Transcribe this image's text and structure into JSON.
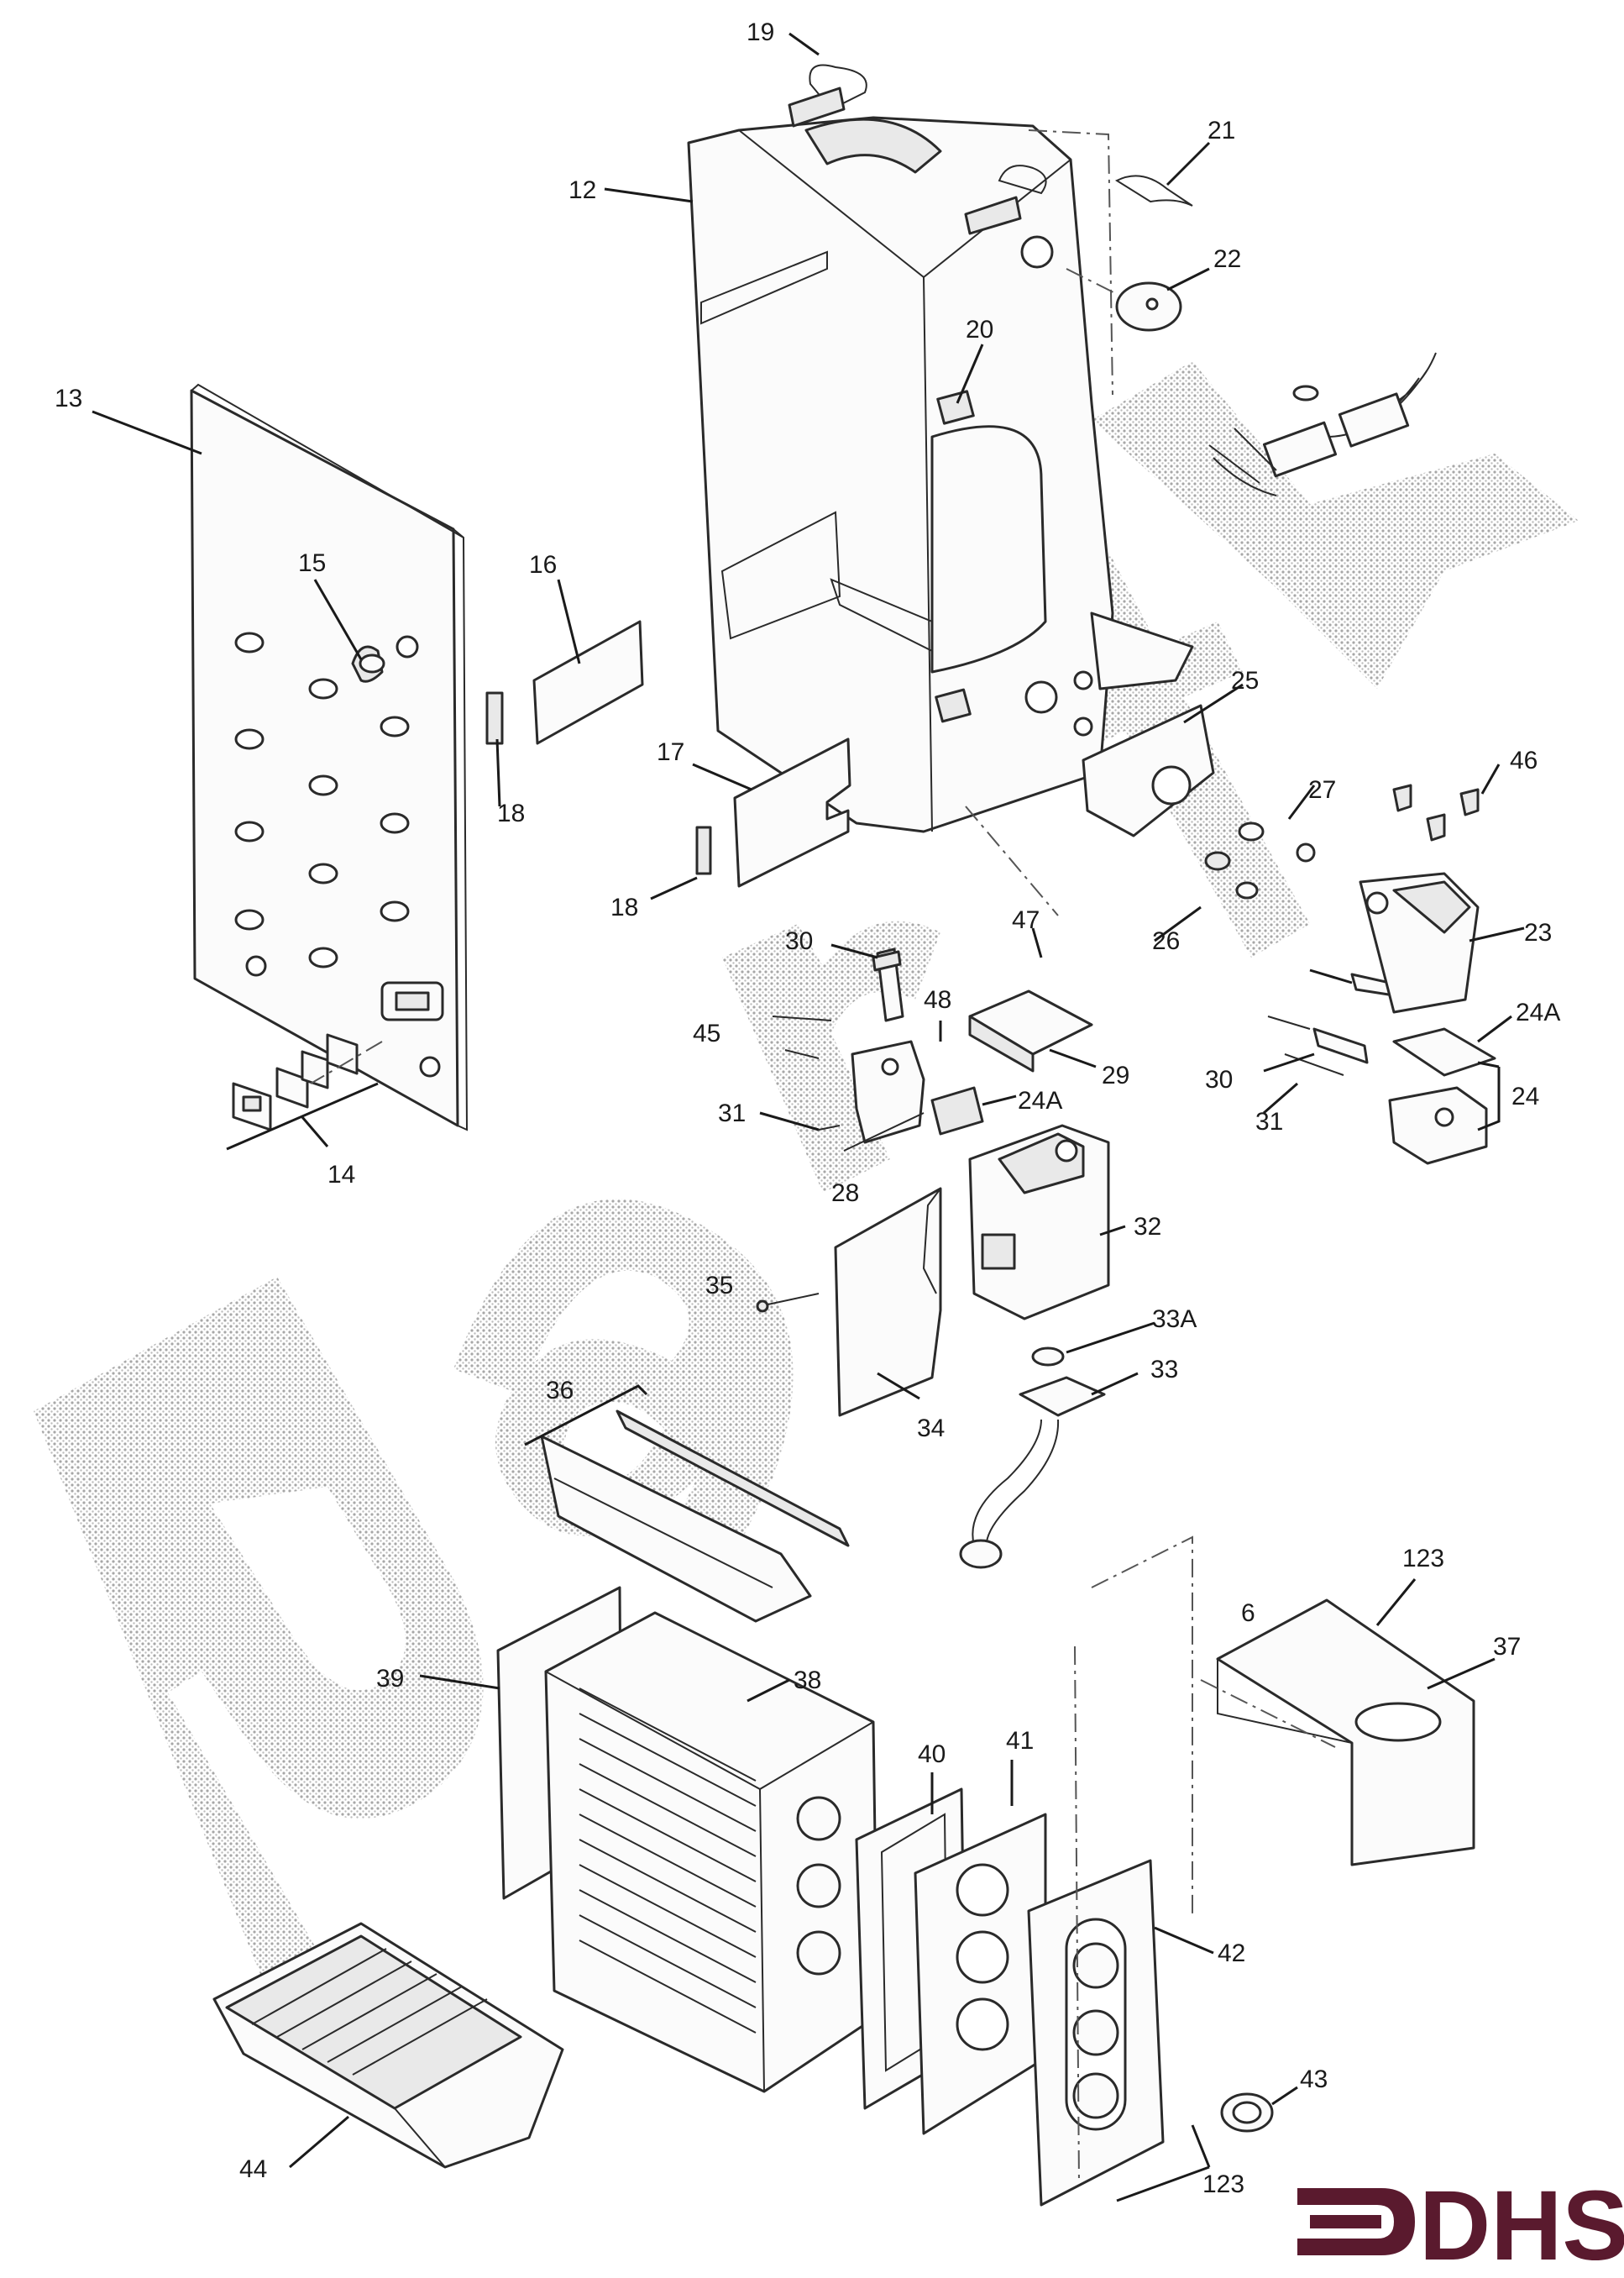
{
  "diagram": {
    "labels": [
      "19",
      "21",
      "12",
      "22",
      "20",
      "13",
      "15",
      "16",
      "18",
      "17",
      "18",
      "25",
      "27",
      "46",
      "23",
      "26",
      "47",
      "30",
      "48",
      "45",
      "29",
      "24A",
      "30",
      "31",
      "24",
      "31",
      "24A",
      "28",
      "32",
      "35",
      "33A",
      "33",
      "34",
      "36",
      "123",
      "6",
      "37",
      "39",
      "38",
      "40",
      "41",
      "42",
      "43",
      "44",
      "123",
      "14"
    ]
  },
  "watermark": {
    "text": "Parts"
  },
  "logo": {
    "text": "DHS",
    "color": "#5a1a2e"
  },
  "colors": {
    "line": "#2a2a2a",
    "label": "#1a1a1a"
  }
}
